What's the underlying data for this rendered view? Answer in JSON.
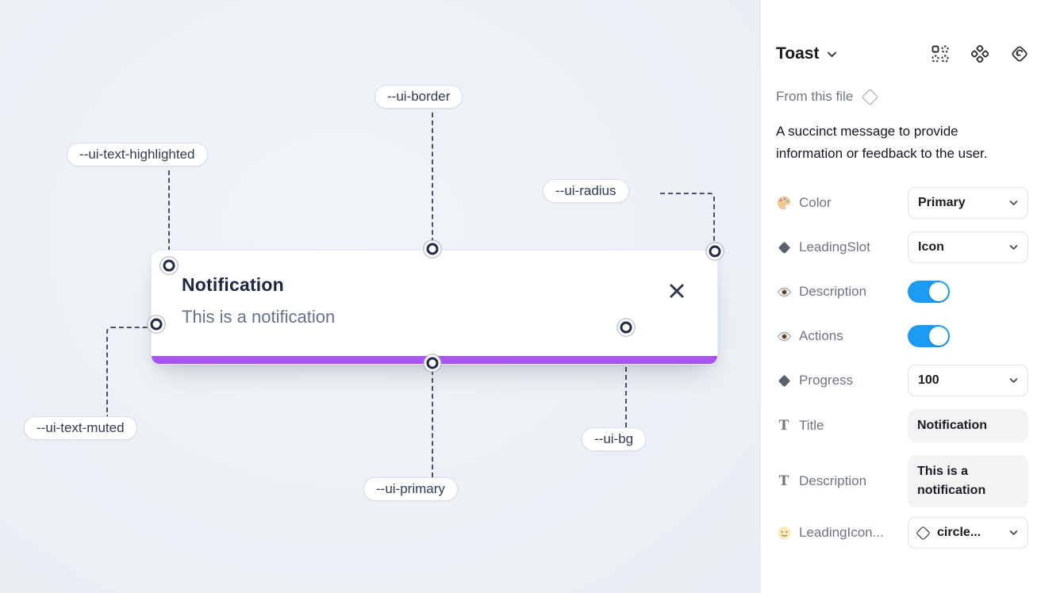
{
  "canvas": {
    "toast": {
      "title": "Notification",
      "description": "This is a notification"
    },
    "labels": {
      "border": "--ui-border",
      "text_highlighted": "--ui-text-highlighted",
      "radius": "--ui-radius",
      "text_muted": "--ui-text-muted",
      "primary": "--ui-primary",
      "bg": "--ui-bg"
    },
    "colors": {
      "primary_bar": "#A855F7",
      "canvas_bg": "#EDF1F6"
    }
  },
  "panel": {
    "header": {
      "title": "Toast"
    },
    "source": {
      "label": "From this file"
    },
    "description": "A succinct message to provide information or feedback to the user.",
    "properties": [
      {
        "icon": "palette-icon",
        "name": "Color",
        "control": "select",
        "value": "Primary"
      },
      {
        "icon": "diamond-icon",
        "name": "LeadingSlot",
        "control": "select",
        "value": "Icon"
      },
      {
        "icon": "eye-icon",
        "name": "Description",
        "control": "toggle",
        "value": true
      },
      {
        "icon": "eye-icon",
        "name": "Actions",
        "control": "toggle",
        "value": true
      },
      {
        "icon": "diamond-icon",
        "name": "Progress",
        "control": "select",
        "value": "100"
      },
      {
        "icon": "text-icon",
        "name": "Title",
        "control": "text",
        "value": "Notification"
      },
      {
        "icon": "text-icon",
        "name": "Description",
        "control": "text",
        "value": "This is a notification"
      },
      {
        "icon": "smiley-icon",
        "name": "LeadingIcon...",
        "control": "select",
        "value": "circle..."
      }
    ],
    "colors": {
      "toggle_on": "#1C9BF5"
    }
  }
}
